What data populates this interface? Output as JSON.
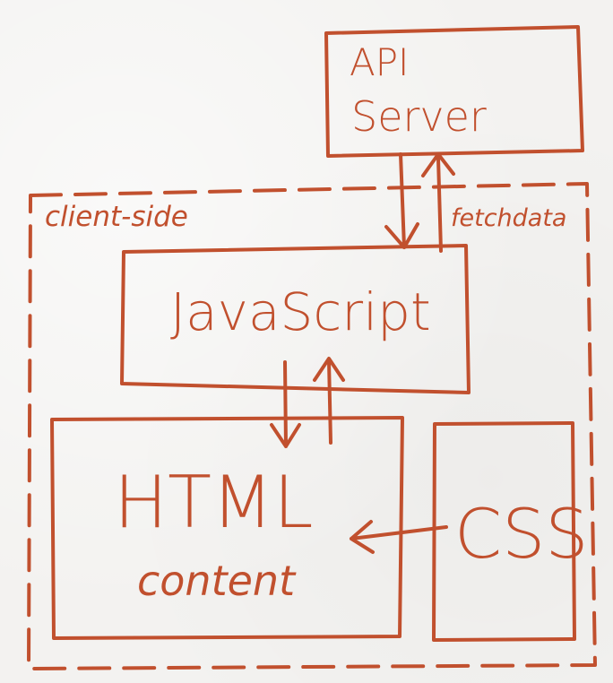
{
  "colors": {
    "ink": "#c1502e",
    "paper": "#f3f2f0"
  },
  "diagram": {
    "api_server": {
      "line1": "API",
      "line2": "Server"
    },
    "client_side": {
      "label": "client-side"
    },
    "fetch_label": "fetchdata",
    "javascript": {
      "label": "JavaScript"
    },
    "html": {
      "line1": "HTML",
      "line2": "content"
    },
    "css": {
      "label": "CSS"
    }
  }
}
